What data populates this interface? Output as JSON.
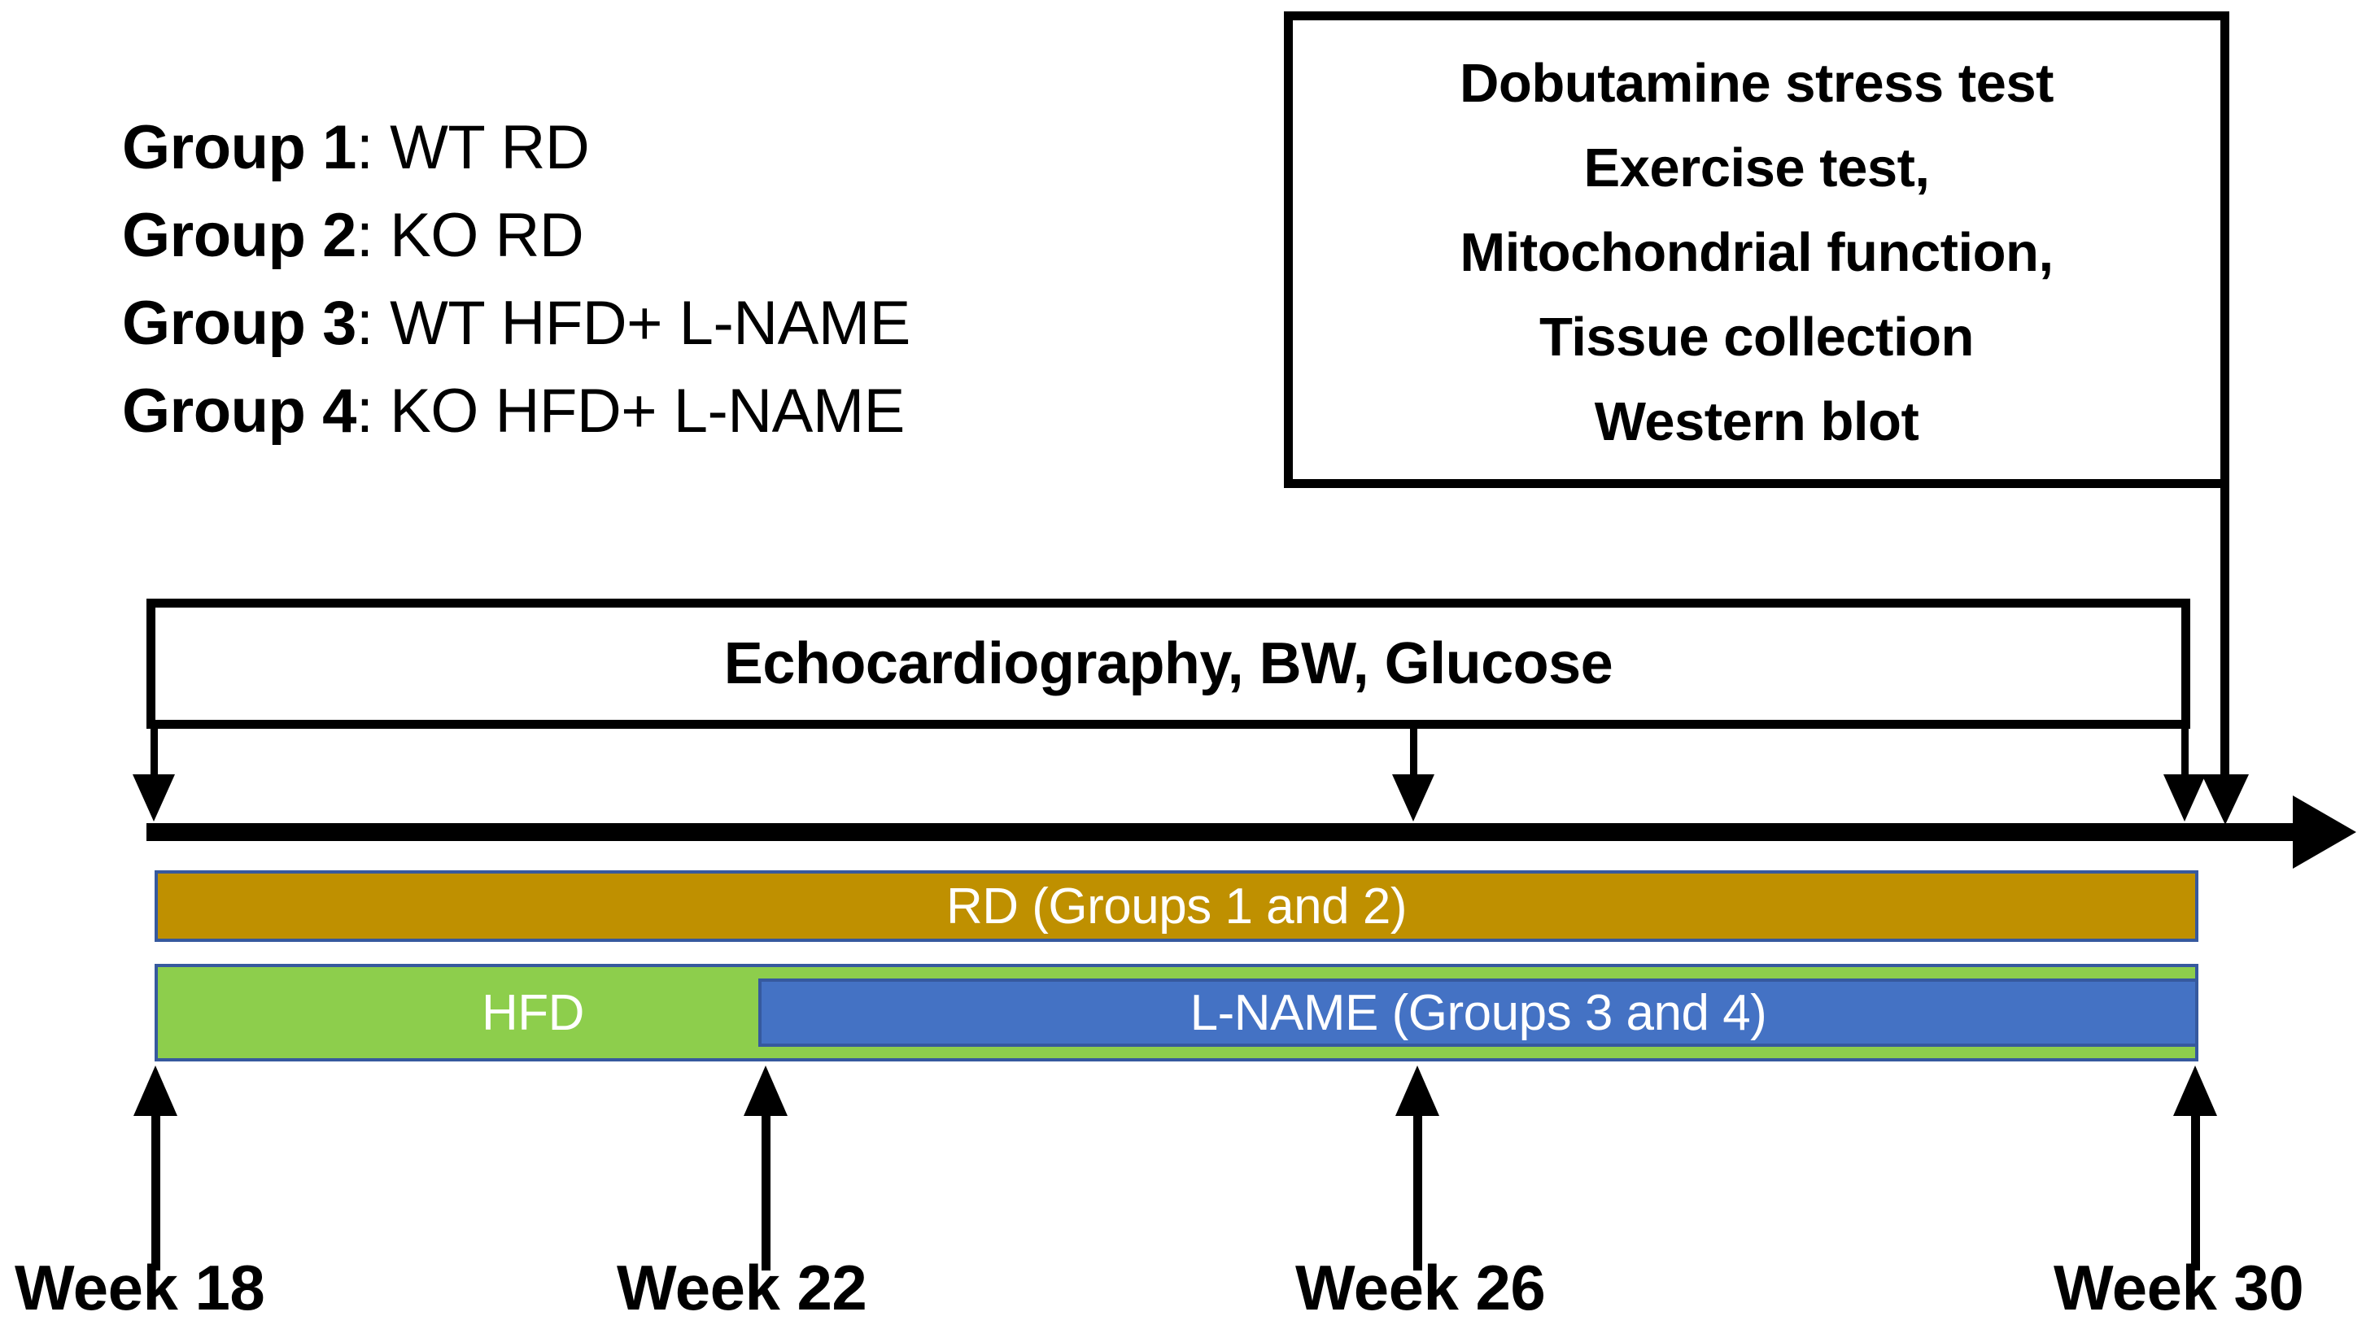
{
  "groups": {
    "items": [
      {
        "prefix": "Group 1",
        "suffix": ": WT RD"
      },
      {
        "prefix": "Group 2",
        "suffix": ": KO RD"
      },
      {
        "prefix": "Group 3",
        "suffix": ": WT HFD+ L-NAME"
      },
      {
        "prefix": "Group 4",
        "suffix": ": KO HFD+ L-NAME"
      }
    ]
  },
  "assay_box": {
    "lines": [
      "Dobutamine stress test",
      "Exercise test,",
      "Mitochondrial function,",
      "Tissue collection",
      "Western blot"
    ]
  },
  "echo_box": {
    "label": "Echocardiography, BW, Glucose"
  },
  "tracks": {
    "rd": {
      "label": "RD (Groups 1 and 2)",
      "color": "#BF9000"
    },
    "hfd": {
      "label": "HFD",
      "color": "#8DCE4C"
    },
    "lname": {
      "label": "L-NAME (Groups 3 and 4)",
      "color": "#4472C4"
    },
    "border_color": "#36599E"
  },
  "timeline": {
    "weeks": [
      {
        "label": "Week 18"
      },
      {
        "label": "Week 22"
      },
      {
        "label": "Week 26"
      },
      {
        "label": "Week 30"
      }
    ]
  }
}
